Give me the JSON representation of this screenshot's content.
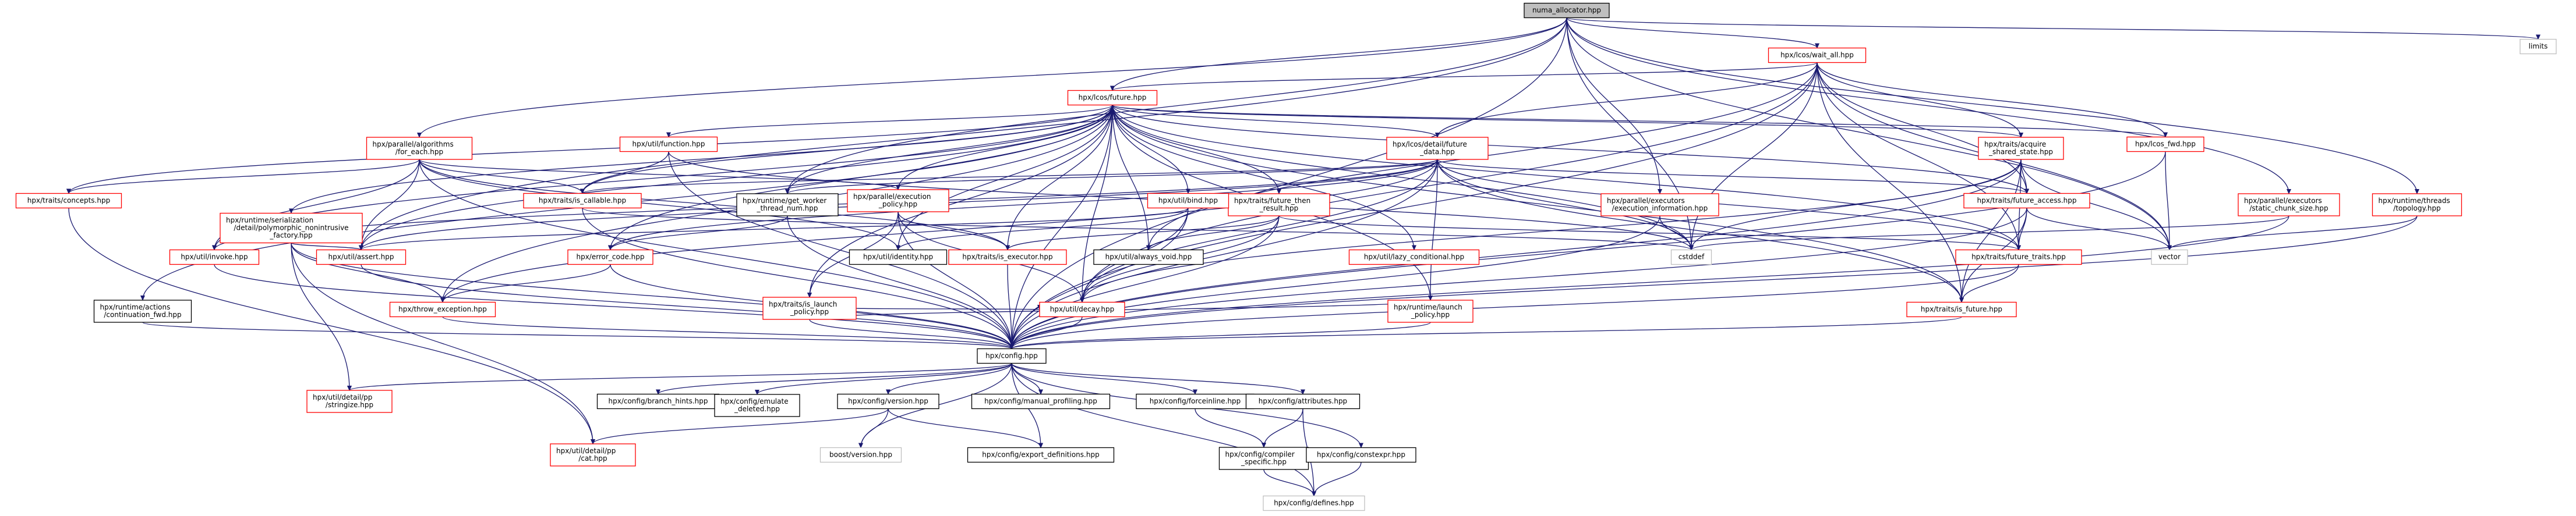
{
  "colors": {
    "edge": "#191970",
    "root_fill": "#bfbfbf",
    "root_border": "#000000",
    "normal_border": "#000000",
    "link_border": "#ff0000",
    "external_border": "#bfbfbf",
    "node_fill": "#ffffff"
  },
  "nodes": [
    {
      "id": "n0",
      "kind": "root",
      "lines": [
        "numa_allocator.hpp"
      ]
    },
    {
      "id": "n1",
      "kind": "external",
      "lines": [
        "limits"
      ]
    },
    {
      "id": "n2",
      "kind": "link",
      "lines": [
        "hpx/lcos/wait_all.hpp"
      ]
    },
    {
      "id": "n3",
      "kind": "link",
      "lines": [
        "hpx/lcos/future.hpp"
      ]
    },
    {
      "id": "n4",
      "kind": "link",
      "lines": [
        "hpx/parallel/algorithms",
        "/for_each.hpp"
      ]
    },
    {
      "id": "n5",
      "kind": "link",
      "lines": [
        "hpx/util/function.hpp"
      ]
    },
    {
      "id": "n6",
      "kind": "link",
      "lines": [
        "hpx/lcos/detail/future",
        "_data.hpp"
      ]
    },
    {
      "id": "n7",
      "kind": "link",
      "lines": [
        "hpx/traits/acquire",
        "_shared_state.hpp"
      ]
    },
    {
      "id": "n8",
      "kind": "link",
      "lines": [
        "hpx/lcos_fwd.hpp"
      ]
    },
    {
      "id": "n9",
      "kind": "link",
      "lines": [
        "hpx/traits/concepts.hpp"
      ]
    },
    {
      "id": "n10",
      "kind": "link",
      "lines": [
        "hpx/runtime/serialization",
        "/detail/polymorphic_nonintrusive",
        "_factory.hpp"
      ]
    },
    {
      "id": "n11",
      "kind": "link",
      "lines": [
        "hpx/traits/is_callable.hpp"
      ]
    },
    {
      "id": "n12",
      "kind": "normal",
      "lines": [
        "hpx/runtime/get_worker",
        "_thread_num.hpp"
      ]
    },
    {
      "id": "n13",
      "kind": "link",
      "lines": [
        "hpx/parallel/execution",
        "_policy.hpp"
      ]
    },
    {
      "id": "n14",
      "kind": "link",
      "lines": [
        "hpx/traits/future_then",
        "_result.hpp"
      ]
    },
    {
      "id": "n15",
      "kind": "link",
      "lines": [
        "hpx/util/bind.hpp"
      ]
    },
    {
      "id": "n16",
      "kind": "link",
      "lines": [
        "hpx/parallel/executors",
        "/execution_information.hpp"
      ]
    },
    {
      "id": "n17",
      "kind": "link",
      "lines": [
        "hpx/traits/future_access.hpp"
      ]
    },
    {
      "id": "n18",
      "kind": "link",
      "lines": [
        "hpx/parallel/executors",
        "/static_chunk_size.hpp"
      ]
    },
    {
      "id": "n19",
      "kind": "link",
      "lines": [
        "hpx/runtime/threads",
        "/topology.hpp"
      ]
    },
    {
      "id": "n20",
      "kind": "link",
      "lines": [
        "hpx/util/invoke.hpp"
      ]
    },
    {
      "id": "n21",
      "kind": "link",
      "lines": [
        "hpx/util/assert.hpp"
      ]
    },
    {
      "id": "n22",
      "kind": "link",
      "lines": [
        "hpx/error_code.hpp"
      ]
    },
    {
      "id": "n23",
      "kind": "normal",
      "lines": [
        "hpx/util/identity.hpp"
      ]
    },
    {
      "id": "n24",
      "kind": "link",
      "lines": [
        "hpx/traits/is_executor.hpp"
      ]
    },
    {
      "id": "n25",
      "kind": "normal",
      "lines": [
        "hpx/util/always_void.hpp"
      ]
    },
    {
      "id": "n26",
      "kind": "link",
      "lines": [
        "hpx/util/lazy_conditional.hpp"
      ]
    },
    {
      "id": "n27",
      "kind": "external",
      "lines": [
        "cstddef"
      ]
    },
    {
      "id": "n28",
      "kind": "link",
      "lines": [
        "hpx/traits/future_traits.hpp"
      ]
    },
    {
      "id": "n29",
      "kind": "external",
      "lines": [
        "vector"
      ]
    },
    {
      "id": "n30",
      "kind": "normal",
      "lines": [
        "hpx/runtime/actions",
        "/continuation_fwd.hpp"
      ]
    },
    {
      "id": "n31",
      "kind": "link",
      "lines": [
        "hpx/throw_exception.hpp"
      ]
    },
    {
      "id": "n32",
      "kind": "link",
      "lines": [
        "hpx/traits/is_launch",
        "_policy.hpp"
      ]
    },
    {
      "id": "n33",
      "kind": "link",
      "lines": [
        "hpx/util/decay.hpp"
      ]
    },
    {
      "id": "n34",
      "kind": "link",
      "lines": [
        "hpx/runtime/launch",
        "_policy.hpp"
      ]
    },
    {
      "id": "n35",
      "kind": "link",
      "lines": [
        "hpx/traits/is_future.hpp"
      ]
    },
    {
      "id": "n36",
      "kind": "normal",
      "lines": [
        "hpx/config.hpp"
      ]
    },
    {
      "id": "n37",
      "kind": "link",
      "lines": [
        "hpx/util/detail/pp",
        "/stringize.hpp"
      ]
    },
    {
      "id": "n38",
      "kind": "normal",
      "lines": [
        "hpx/config/branch_hints.hpp"
      ]
    },
    {
      "id": "n39",
      "kind": "normal",
      "lines": [
        "hpx/config/emulate",
        "_deleted.hpp"
      ]
    },
    {
      "id": "n40",
      "kind": "normal",
      "lines": [
        "hpx/config/version.hpp"
      ]
    },
    {
      "id": "n41",
      "kind": "normal",
      "lines": [
        "hpx/config/manual_profiling.hpp"
      ]
    },
    {
      "id": "n42",
      "kind": "normal",
      "lines": [
        "hpx/config/forceinline.hpp"
      ]
    },
    {
      "id": "n43",
      "kind": "normal",
      "lines": [
        "hpx/config/attributes.hpp"
      ]
    },
    {
      "id": "n44",
      "kind": "link",
      "lines": [
        "hpx/util/detail/pp",
        "/cat.hpp"
      ]
    },
    {
      "id": "n45",
      "kind": "external",
      "lines": [
        "boost/version.hpp"
      ]
    },
    {
      "id": "n46",
      "kind": "normal",
      "lines": [
        "hpx/config/export_definitions.hpp"
      ]
    },
    {
      "id": "n47",
      "kind": "normal",
      "lines": [
        "hpx/config/compiler",
        "_specific.hpp"
      ]
    },
    {
      "id": "n48",
      "kind": "normal",
      "lines": [
        "hpx/config/constexpr.hpp"
      ]
    },
    {
      "id": "n49",
      "kind": "external",
      "lines": [
        "hpx/config/defines.hpp"
      ]
    }
  ],
  "edges": [
    [
      "n0",
      "n1"
    ],
    [
      "n0",
      "n2"
    ],
    [
      "n0",
      "n3"
    ],
    [
      "n0",
      "n4"
    ],
    [
      "n0",
      "n16"
    ],
    [
      "n0",
      "n18"
    ],
    [
      "n0",
      "n19"
    ],
    [
      "n0",
      "n21"
    ],
    [
      "n0",
      "n12"
    ],
    [
      "n0",
      "n27"
    ],
    [
      "n0",
      "n29"
    ],
    [
      "n0",
      "n36"
    ],
    [
      "n2",
      "n3"
    ],
    [
      "n2",
      "n6"
    ],
    [
      "n2",
      "n7"
    ],
    [
      "n2",
      "n8"
    ],
    [
      "n2",
      "n17"
    ],
    [
      "n2",
      "n28"
    ],
    [
      "n2",
      "n35"
    ],
    [
      "n2",
      "n27"
    ],
    [
      "n2",
      "n29"
    ],
    [
      "n2",
      "n33"
    ],
    [
      "n2",
      "n36"
    ],
    [
      "n2",
      "n25"
    ],
    [
      "n3",
      "n5"
    ],
    [
      "n3",
      "n6"
    ],
    [
      "n3",
      "n7"
    ],
    [
      "n3",
      "n8"
    ],
    [
      "n3",
      "n9"
    ],
    [
      "n3",
      "n10"
    ],
    [
      "n3",
      "n11"
    ],
    [
      "n3",
      "n12"
    ],
    [
      "n3",
      "n13"
    ],
    [
      "n3",
      "n14"
    ],
    [
      "n3",
      "n15"
    ],
    [
      "n3",
      "n17"
    ],
    [
      "n3",
      "n20"
    ],
    [
      "n3",
      "n21"
    ],
    [
      "n3",
      "n22"
    ],
    [
      "n3",
      "n23"
    ],
    [
      "n3",
      "n24"
    ],
    [
      "n3",
      "n25"
    ],
    [
      "n3",
      "n26"
    ],
    [
      "n3",
      "n27"
    ],
    [
      "n3",
      "n28"
    ],
    [
      "n3",
      "n30"
    ],
    [
      "n3",
      "n31"
    ],
    [
      "n3",
      "n32"
    ],
    [
      "n3",
      "n33"
    ],
    [
      "n3",
      "n34"
    ],
    [
      "n3",
      "n35"
    ],
    [
      "n3",
      "n36"
    ],
    [
      "n4",
      "n9"
    ],
    [
      "n4",
      "n11"
    ],
    [
      "n4",
      "n13"
    ],
    [
      "n4",
      "n20"
    ],
    [
      "n4",
      "n21"
    ],
    [
      "n4",
      "n24"
    ],
    [
      "n4",
      "n36"
    ],
    [
      "n4",
      "n23"
    ],
    [
      "n5",
      "n11"
    ],
    [
      "n5",
      "n27"
    ],
    [
      "n5",
      "n36"
    ],
    [
      "n6",
      "n11"
    ],
    [
      "n6",
      "n12"
    ],
    [
      "n6",
      "n17"
    ],
    [
      "n6",
      "n20"
    ],
    [
      "n6",
      "n21"
    ],
    [
      "n6",
      "n22"
    ],
    [
      "n6",
      "n27"
    ],
    [
      "n6",
      "n28"
    ],
    [
      "n6",
      "n31"
    ],
    [
      "n6",
      "n33"
    ],
    [
      "n6",
      "n34"
    ],
    [
      "n6",
      "n36"
    ],
    [
      "n6",
      "n35"
    ],
    [
      "n7",
      "n17"
    ],
    [
      "n7",
      "n28"
    ],
    [
      "n7",
      "n35"
    ],
    [
      "n7",
      "n27"
    ],
    [
      "n7",
      "n29"
    ],
    [
      "n7",
      "n33"
    ],
    [
      "n7",
      "n36"
    ],
    [
      "n8",
      "n29"
    ],
    [
      "n8",
      "n36"
    ],
    [
      "n9",
      "n44"
    ],
    [
      "n10",
      "n21"
    ],
    [
      "n10",
      "n31"
    ],
    [
      "n10",
      "n37"
    ],
    [
      "n10",
      "n36"
    ],
    [
      "n10",
      "n44"
    ],
    [
      "n11",
      "n36"
    ],
    [
      "n11",
      "n27"
    ],
    [
      "n12",
      "n22"
    ],
    [
      "n12",
      "n36"
    ],
    [
      "n13",
      "n24"
    ],
    [
      "n13",
      "n32"
    ],
    [
      "n13",
      "n33"
    ],
    [
      "n13",
      "n36"
    ],
    [
      "n14",
      "n24"
    ],
    [
      "n14",
      "n25"
    ],
    [
      "n14",
      "n33"
    ],
    [
      "n14",
      "n28"
    ],
    [
      "n14",
      "n36"
    ],
    [
      "n15",
      "n21"
    ],
    [
      "n15",
      "n33"
    ],
    [
      "n15",
      "n36"
    ],
    [
      "n15",
      "n23"
    ],
    [
      "n16",
      "n27"
    ],
    [
      "n16",
      "n36"
    ],
    [
      "n17",
      "n28"
    ],
    [
      "n17",
      "n35"
    ],
    [
      "n17",
      "n29"
    ],
    [
      "n17",
      "n36"
    ],
    [
      "n18",
      "n27"
    ],
    [
      "n18",
      "n36"
    ],
    [
      "n19",
      "n29"
    ],
    [
      "n19",
      "n36"
    ],
    [
      "n20",
      "n36"
    ],
    [
      "n21",
      "n36"
    ],
    [
      "n22",
      "n31"
    ],
    [
      "n22",
      "n36"
    ],
    [
      "n24",
      "n36"
    ],
    [
      "n28",
      "n35"
    ],
    [
      "n28",
      "n36"
    ],
    [
      "n30",
      "n36"
    ],
    [
      "n31",
      "n36"
    ],
    [
      "n32",
      "n33"
    ],
    [
      "n32",
      "n34"
    ],
    [
      "n32",
      "n36"
    ],
    [
      "n33",
      "n36"
    ],
    [
      "n34",
      "n36"
    ],
    [
      "n35",
      "n36"
    ],
    [
      "n36",
      "n37"
    ],
    [
      "n36",
      "n38"
    ],
    [
      "n36",
      "n39"
    ],
    [
      "n36",
      "n40"
    ],
    [
      "n36",
      "n41"
    ],
    [
      "n36",
      "n42"
    ],
    [
      "n36",
      "n43"
    ],
    [
      "n36",
      "n45"
    ],
    [
      "n36",
      "n46"
    ],
    [
      "n36",
      "n48"
    ],
    [
      "n36",
      "n49"
    ],
    [
      "n40",
      "n44"
    ],
    [
      "n40",
      "n45"
    ],
    [
      "n40",
      "n46"
    ],
    [
      "n42",
      "n47"
    ],
    [
      "n43",
      "n47"
    ],
    [
      "n43",
      "n49"
    ],
    [
      "n47",
      "n49"
    ],
    [
      "n48",
      "n49"
    ]
  ]
}
